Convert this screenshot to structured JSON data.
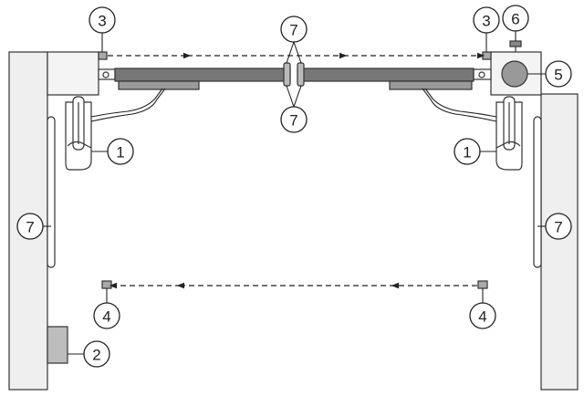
{
  "callouts": {
    "photocell_top_left": "3",
    "photocell_top_right": "3",
    "antenna": "6",
    "flashing_light": "5",
    "edge_top_upper": "7",
    "edge_top_lower": "7",
    "operator_left": "1",
    "operator_right": "1",
    "edge_left_post": "7",
    "edge_right_post": "7",
    "photocell_bottom_left": "4",
    "photocell_bottom_right": "4",
    "control_box": "2"
  },
  "colors": {
    "post_fill": "#efefef",
    "leaf_fill": "#777777",
    "outline": "#333333",
    "box_fill": "#f4f4f4",
    "lamp_fill": "#999999",
    "hinge_fill": "#9a9a9a",
    "control_fill": "#bdbdbd",
    "beam": "#222222"
  }
}
